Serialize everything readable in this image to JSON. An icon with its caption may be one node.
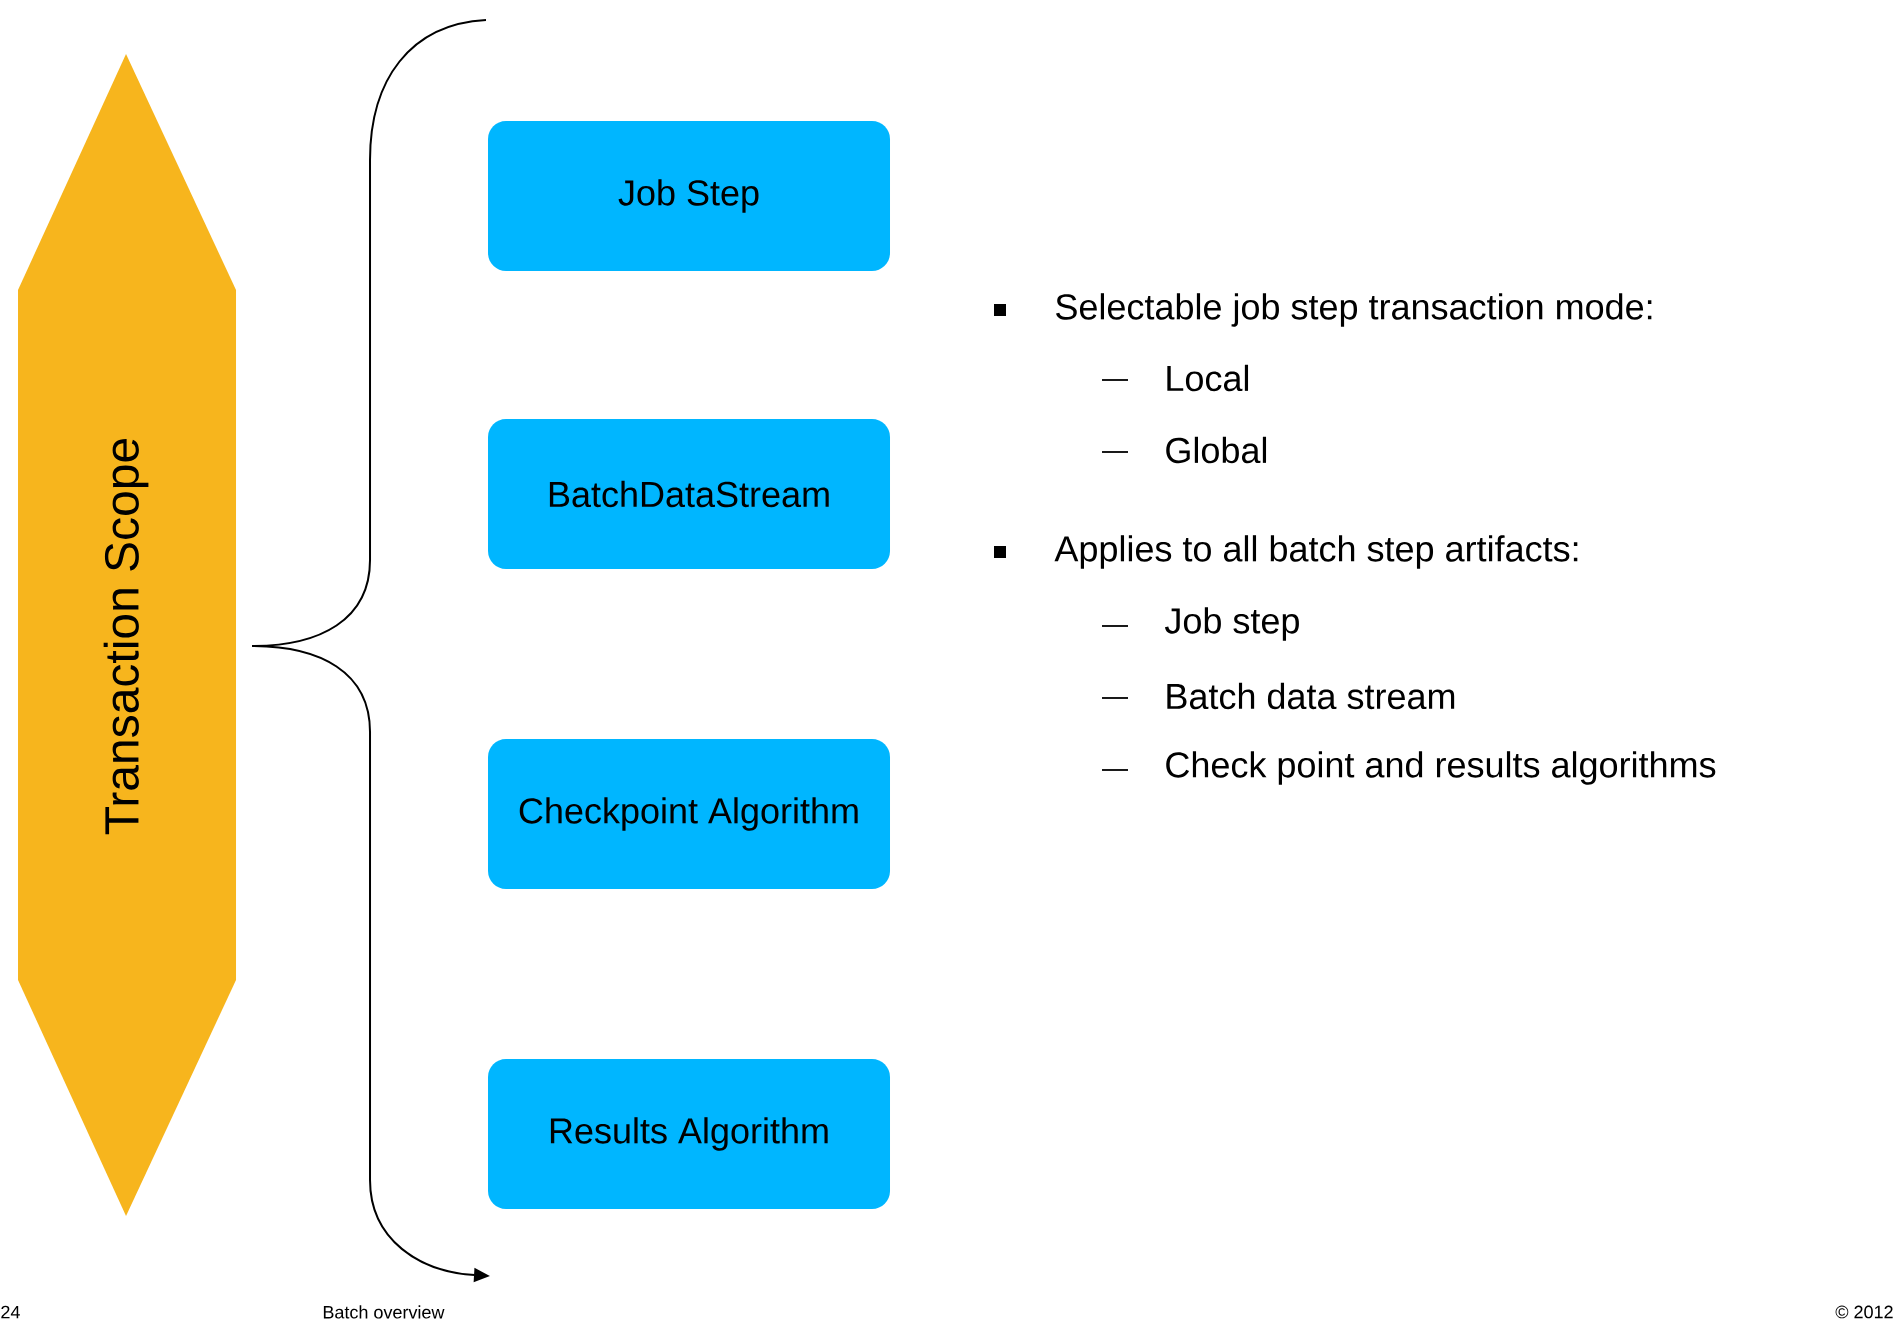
{
  "diagram": {
    "nodes": [
      {
        "text": [
          "Transaction Scope"
        ]
      },
      {
        "text": [
          "Job Step"
        ]
      },
      {
        "text": [
          "BatchDataStream"
        ]
      },
      {
        "text": [
          "Checkpoint Algorithm"
        ]
      },
      {
        "text": [
          "Results Algorithm"
        ]
      }
    ],
    "edges": [],
    "labels": [
      "Selectable job step transaction mode:",
      "Local",
      "Global",
      "Applies to all batch step artifacts:",
      "Job step",
      "Batch data stream",
      "Check point and results algorithms",
      "24",
      "Batch overview",
      "© 2012"
    ]
  }
}
